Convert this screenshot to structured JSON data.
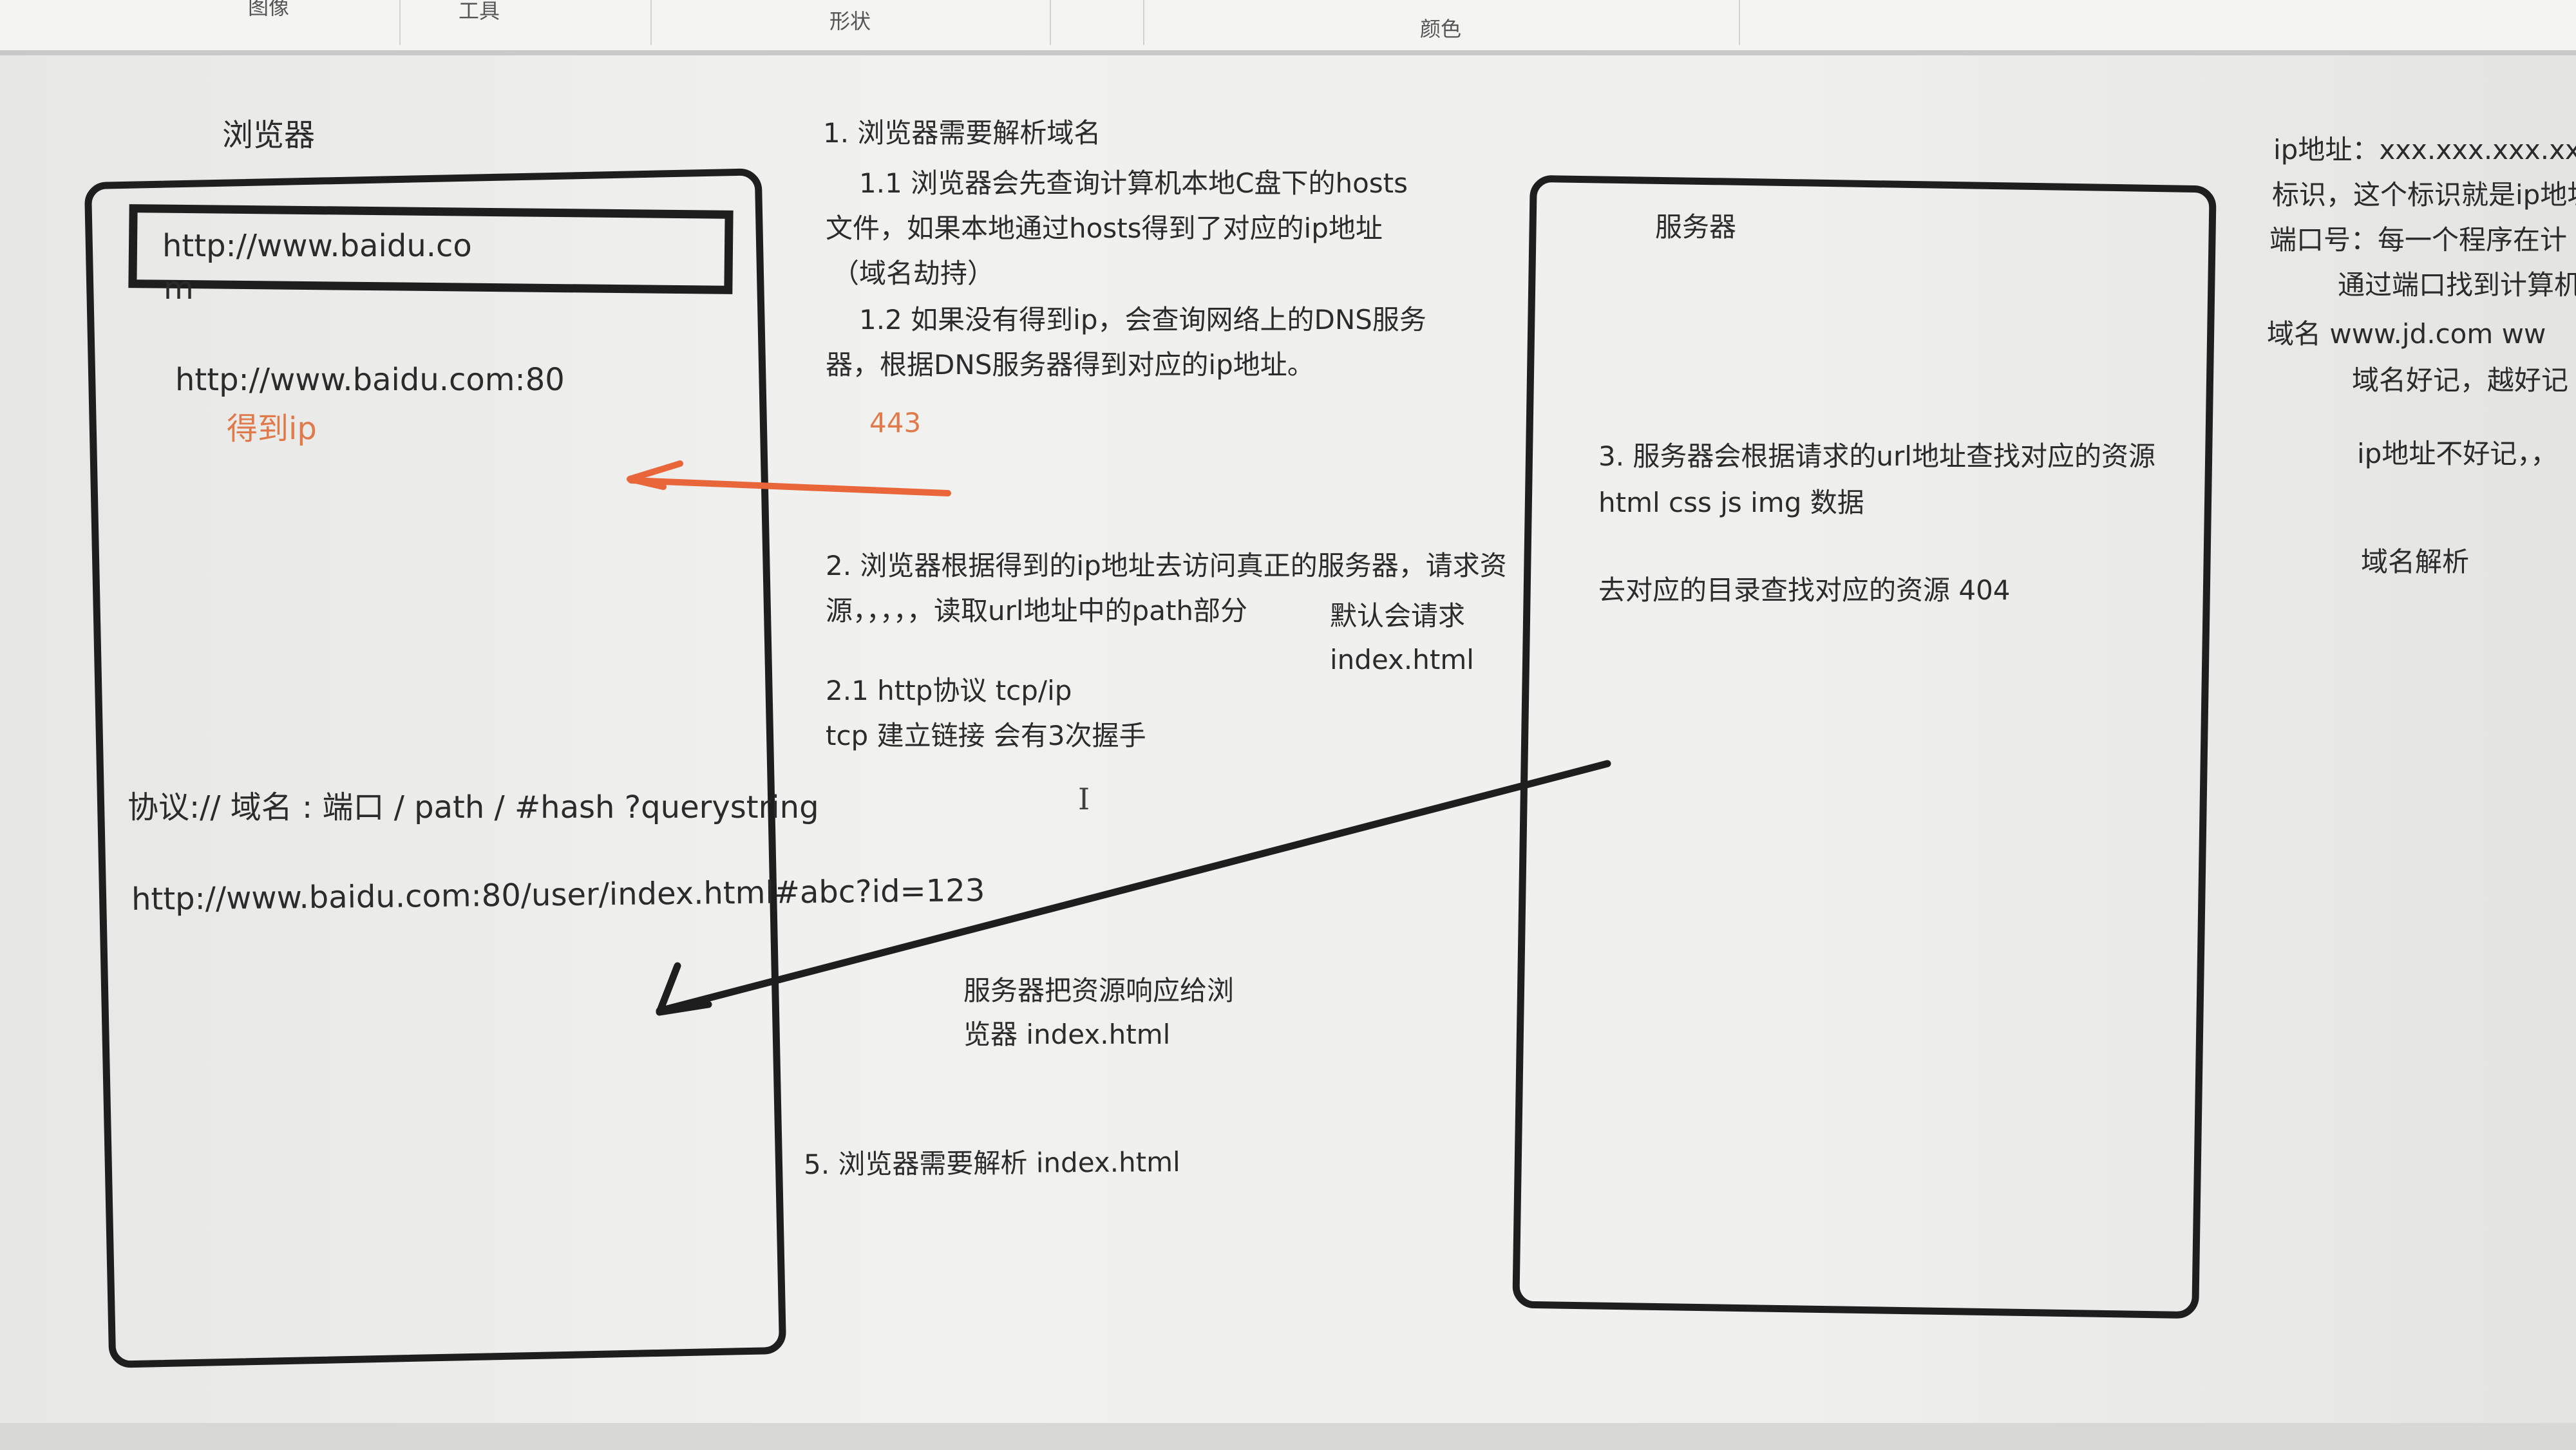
{
  "toolbar": {
    "labels": [
      "图像",
      "工具",
      "形状",
      "颜色"
    ]
  },
  "browser": {
    "title": "浏览器",
    "url_input_line1": "http://www.baidu.co",
    "url_input_line2": "m",
    "url_with_port": "http://www.baidu.com:80",
    "got_ip": "得到ip",
    "url_format": "协议:// 域名 : 端口 /  path / #hash ?querystring",
    "url_example": "http://www.baidu.com:80/user/index.html#abc?id=123"
  },
  "steps": {
    "s1": "1. 浏览器需要解析域名",
    "s1_1_line1": "1.1 浏览器会先查询计算机本地C盘下的hosts",
    "s1_1_line2": "文件，如果本地通过hosts得到了对应的ip地址",
    "s1_1_line3": "（域名劫持）",
    "s1_2_line1": "1.2 如果没有得到ip，会查询网络上的DNS服务",
    "s1_2_line2": "器，根据DNS服务器得到对应的ip地址。",
    "port_443": "443",
    "s2_line1": "2. 浏览器根据得到的ip地址去访问真正的服务器，请求资",
    "s2_line2": "源，，，，，读取url地址中的path部分",
    "s2_default_line1": "默认会请求",
    "s2_default_line2": "index.html",
    "s2_1_line1": "2.1  http协议  tcp/ip",
    "s2_1_line2": "tcp  建立链接  会有3次握手",
    "response_line1": "服务器把资源响应给浏",
    "response_line2": "览器   index.html",
    "s5": "5. 浏览器需要解析 index.html"
  },
  "server": {
    "title": "服务器",
    "s3_line1": "3. 服务器会根据请求的url地址查找对应的资源",
    "s3_line2": "html css js img  数据",
    "s3_line3": "去对应的目录查找对应的资源  404"
  },
  "notes": {
    "ip_line": "ip地址：xxx.xxx.xxx.xxx",
    "ip_desc": "标识，这个标识就是ip地址",
    "port_desc": "端口号：每一个程序在计",
    "port_desc2": "通过端口找到计算机",
    "domain_line": "域名    www.jd.com   ww",
    "domain_desc": "域名好记，越好记",
    "ip_hard": "ip地址不好记，，",
    "dns_resolve": "域名解析"
  },
  "colors": {
    "ink": "#1e1e1e",
    "accent_orange": "#e8663a",
    "text_orange": "#e07a4a"
  }
}
